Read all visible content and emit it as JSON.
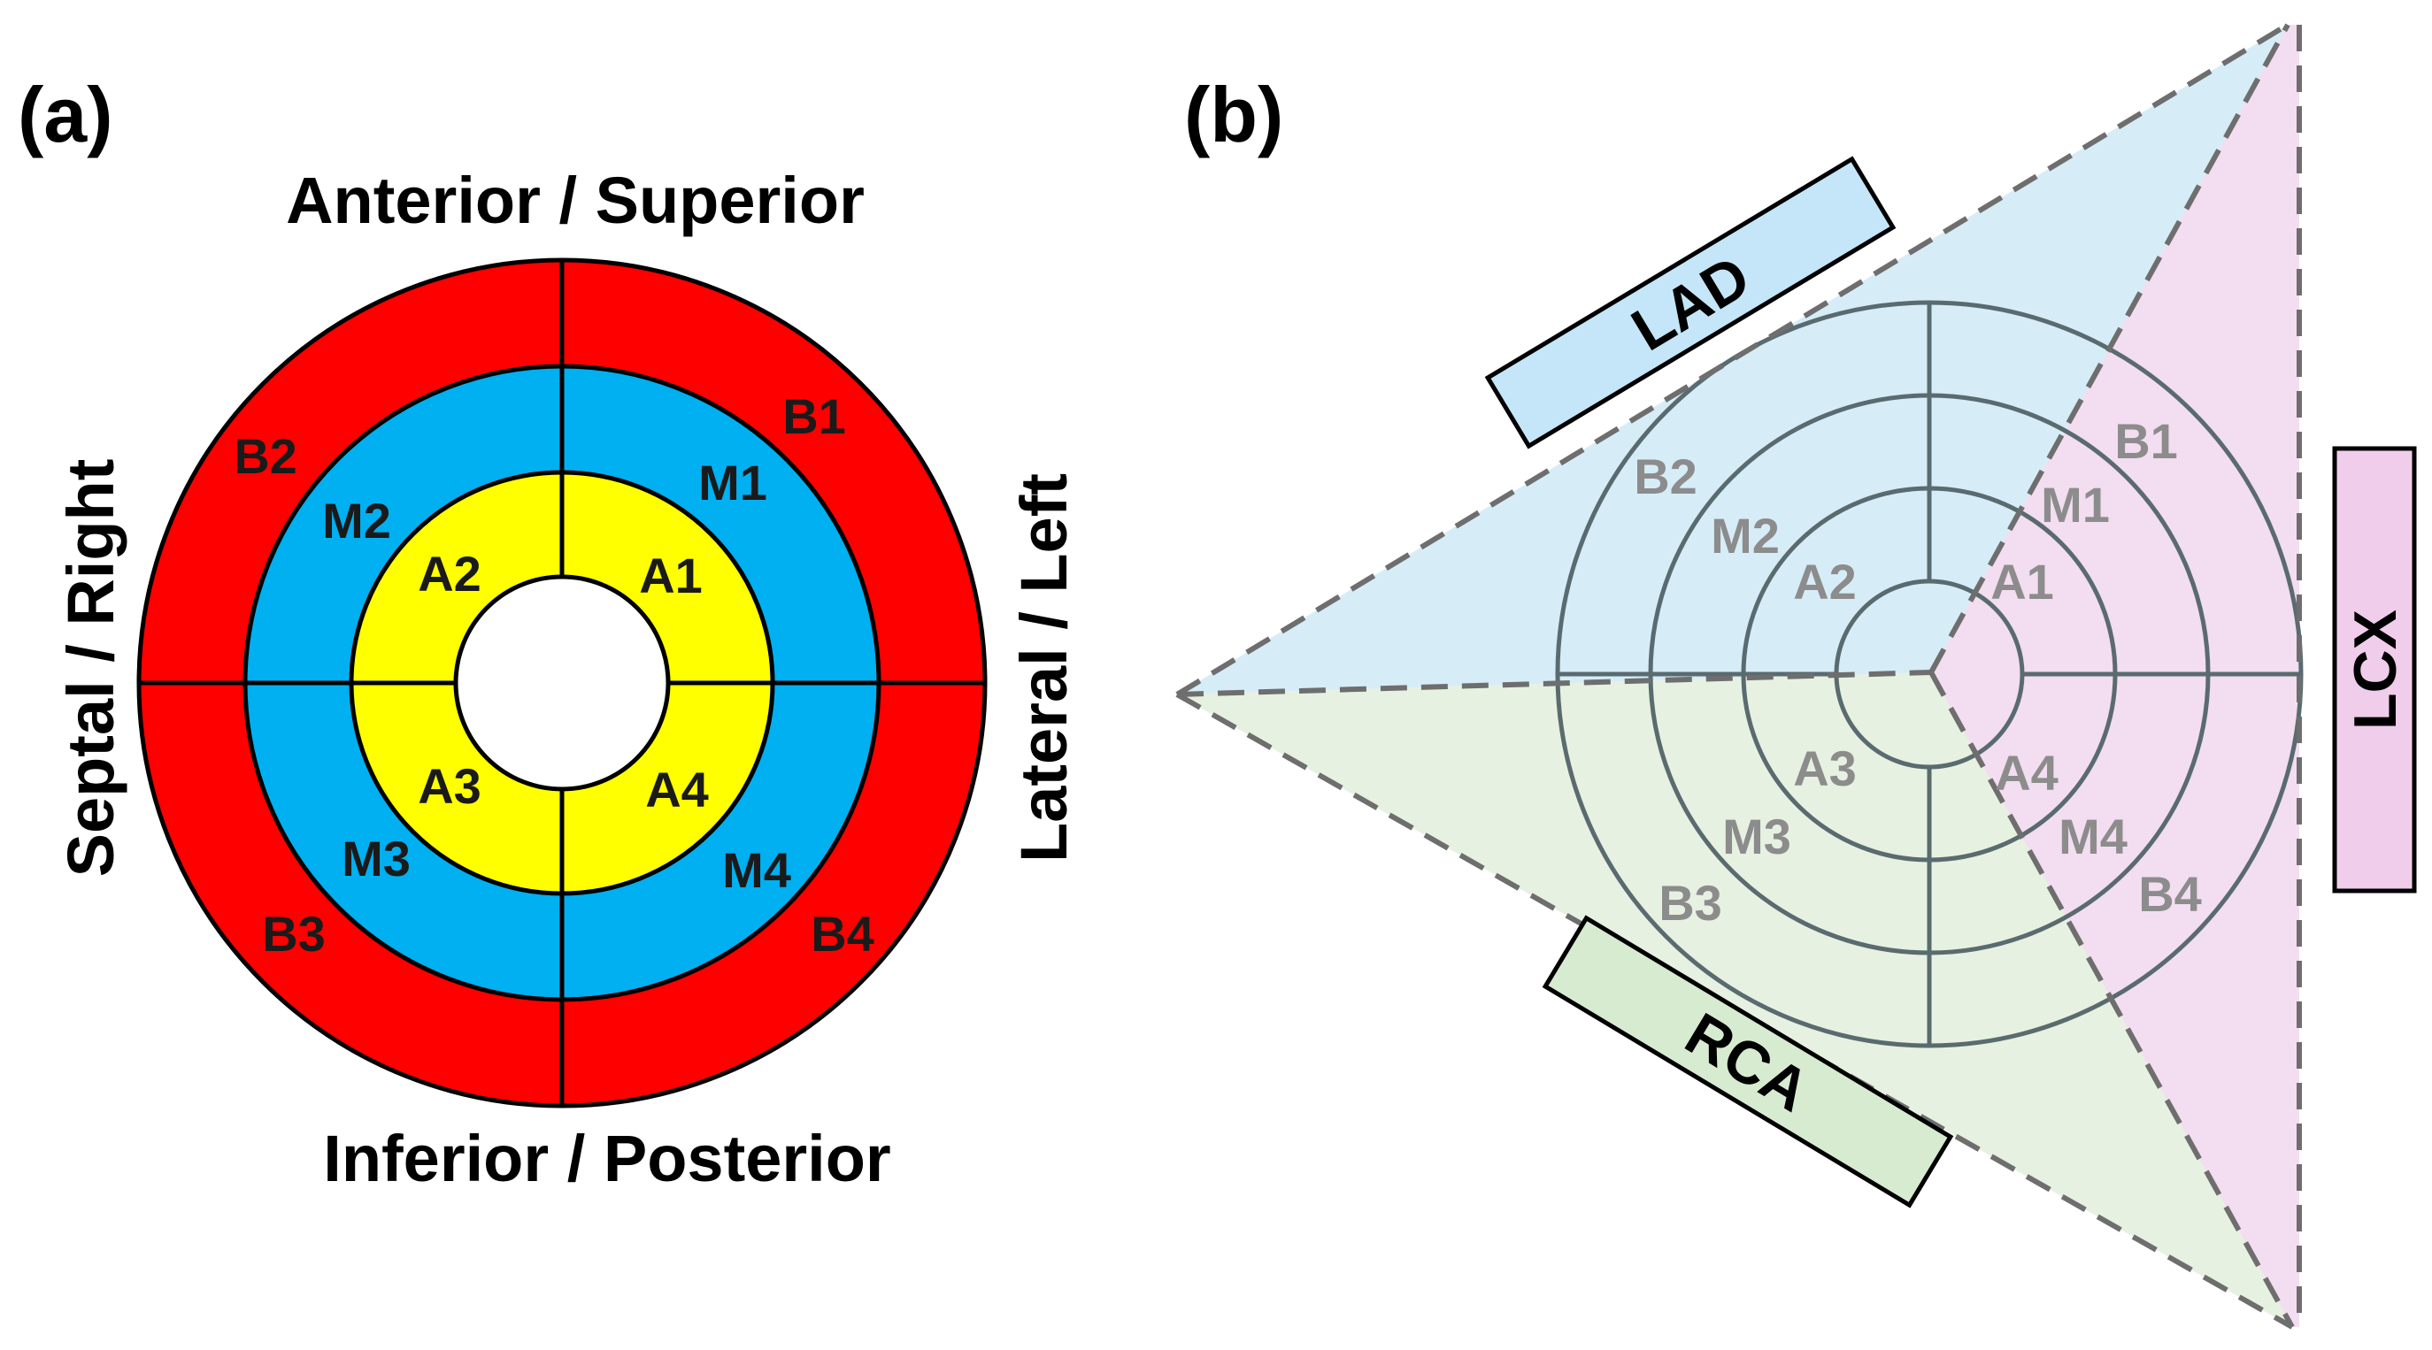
{
  "panel_a": {
    "label": "(a)",
    "directions": {
      "top": "Anterior / Superior",
      "bottom": "Inferior / Posterior",
      "left": "Septal / Right",
      "right": "Lateral / Left"
    },
    "segments": {
      "basal": [
        "B1",
        "B2",
        "B3",
        "B4"
      ],
      "mid": [
        "M1",
        "M2",
        "M3",
        "M4"
      ],
      "apical": [
        "A1",
        "A2",
        "A3",
        "A4"
      ]
    },
    "colors": {
      "basal": "#ff0000",
      "mid": "#00b0f0",
      "apical": "#ffff00",
      "center": "#ffffff",
      "line": "#000000"
    }
  },
  "panel_b": {
    "label": "(b)",
    "territories": {
      "lad": {
        "label": "LAD",
        "fill": "#cfeaf7",
        "box_fill": "#c5e6f8"
      },
      "rca": {
        "label": "RCA",
        "fill": "#e2efdc",
        "box_fill": "#d7ebd0"
      },
      "lcx": {
        "label": "LCX",
        "fill": "#f2d9ee",
        "box_fill": "#f0cdea"
      }
    },
    "segments": {
      "basal": [
        "B1",
        "B2",
        "B3",
        "B4"
      ],
      "mid": [
        "M1",
        "M2",
        "M3",
        "M4"
      ],
      "apical": [
        "A1",
        "A2",
        "A3",
        "A4"
      ]
    },
    "colors": {
      "grid": "#5a6b70",
      "segment_text": "#8c8c8c",
      "dash": "#6e6e6e"
    }
  }
}
